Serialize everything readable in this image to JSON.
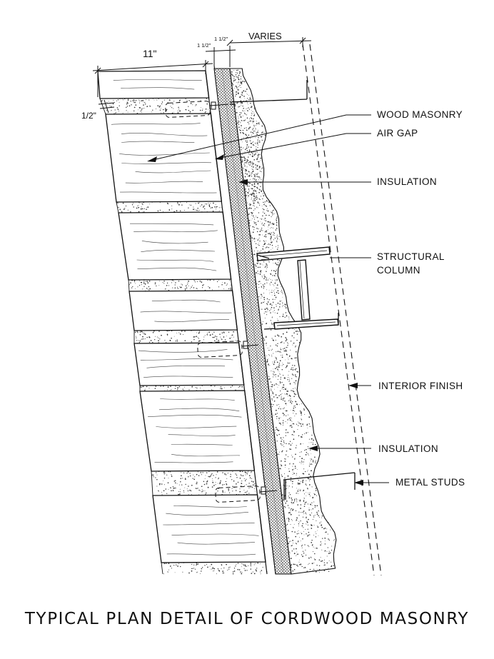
{
  "dimensions": {
    "width_11": "11\"",
    "half_inch": "1/2\"",
    "one_half_a": "1 1/2\"",
    "one_half_b": "1 1/2\"",
    "varies": "VARIES"
  },
  "callouts": {
    "wood_masonry": "WOOD MASONRY",
    "air_gap": "AIR GAP",
    "insulation_top": "INSULATION",
    "structural_line1": "STRUCTURAL",
    "structural_line2": "COLUMN",
    "interior_finish": "INTERIOR FINISH",
    "insulation_bottom": "INSULATION",
    "metal_studs": "METAL STUDS"
  },
  "title": "TYPICAL PLAN DETAIL OF CORDWOOD MASONRY"
}
